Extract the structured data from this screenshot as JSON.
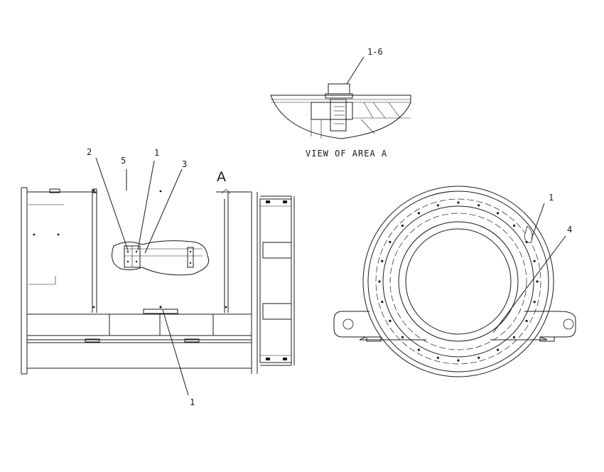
{
  "view_caption": "VIEW OF AREA A",
  "area_marker": "A",
  "detail_view": {
    "callout": "1-6"
  },
  "side_view": {
    "callouts": {
      "c2": "2",
      "c5": "5",
      "c1_top": "1",
      "c3": "3",
      "c1_bottom": "1"
    }
  },
  "end_view": {
    "callouts": {
      "c1": "1",
      "c4": "4"
    }
  },
  "colors": {
    "line": "#1a1a1a",
    "background": "#ffffff"
  }
}
